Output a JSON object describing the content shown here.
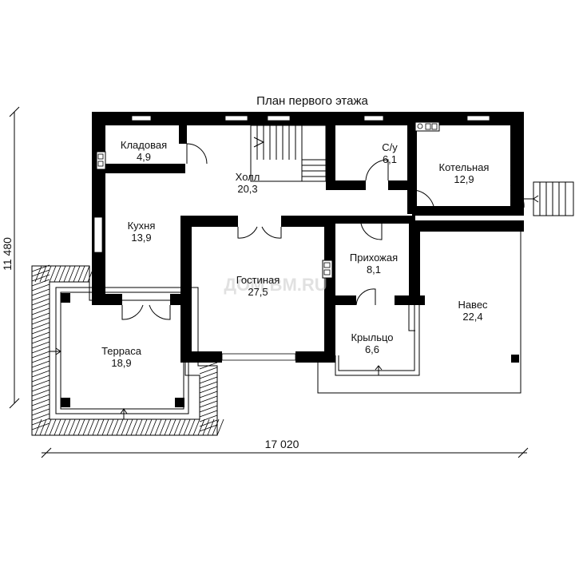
{
  "plan_title": "План первого этажа",
  "watermark": "ДОМ.ВМ.RU",
  "dimensions": {
    "width": "17 020",
    "height": "11 480"
  },
  "rooms": [
    {
      "name": "Кладовая",
      "area": "4,9"
    },
    {
      "name": "Холл",
      "area": "20,3"
    },
    {
      "name": "С/у",
      "area": "6,1"
    },
    {
      "name": "Котельная",
      "area": "12,9"
    },
    {
      "name": "Кухня",
      "area": "13,9"
    },
    {
      "name": "Гостиная",
      "area": "27,5"
    },
    {
      "name": "Прихожая",
      "area": "8,1"
    },
    {
      "name": "Навес",
      "area": "22,4"
    },
    {
      "name": "Крыльцо",
      "area": "6,6"
    },
    {
      "name": "Терраса",
      "area": "18,9"
    }
  ],
  "colors": {
    "wall": "#000000",
    "background": "#ffffff",
    "watermark": "#c8c8c8"
  }
}
